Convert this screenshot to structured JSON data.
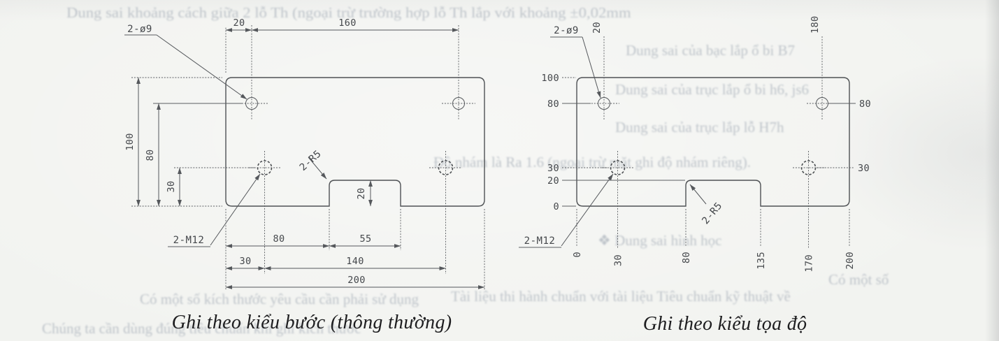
{
  "page": {
    "bg_color": "#f2f3f0",
    "ink_color": "#55585c",
    "cad_text_color": "#44474b",
    "caption_color": "#1d1d1f",
    "ghost_color": "#b2b9c1"
  },
  "part": {
    "width_mm": 200,
    "height_mm": 100,
    "small_holes": {
      "label": "2-ø9",
      "positions": [
        [
          20,
          80
        ],
        [
          180,
          80
        ]
      ]
    },
    "threaded_holes": {
      "label": "2-M12",
      "positions": [
        [
          30,
          30
        ],
        [
          170,
          30
        ]
      ]
    },
    "notch": {
      "from_mm": 80,
      "to_mm": 135,
      "depth_mm": 20,
      "fillet_label": "2-R5"
    }
  },
  "left_drawing": {
    "caption": "Ghi theo kiểu bước (thông thường)",
    "label_holes": "2-ø9",
    "label_threads": "2-M12",
    "label_fillet": "2-R5",
    "dim_top_20": "20",
    "dim_top_160": "160",
    "dim_left_100": "100",
    "dim_left_80": "80",
    "dim_left_30": "30",
    "dim_notch_20": "20",
    "dim_bot_80": "80",
    "dim_bot_55": "55",
    "dim_bot_30": "30",
    "dim_bot_140": "140",
    "dim_bot_200": "200"
  },
  "right_drawing": {
    "caption": "Ghi theo kiểu tọa độ",
    "label_holes": "2-ø9",
    "label_threads": "2-M12",
    "label_fillet": "2-R5",
    "ord_left": [
      "100",
      "80",
      "30",
      "20",
      "0"
    ],
    "ord_bottom": [
      "0",
      "30",
      "80",
      "135",
      "170",
      "200"
    ],
    "ord_top": [
      "20",
      "180"
    ],
    "ord_right": [
      "80",
      "30"
    ]
  },
  "ghost_text": {
    "lines": [
      "Dung sai khoảng cách giữa 2 lỗ Th (ngoại trừ trường hợp lỗ Th lắp với khoảng ±0,02mm",
      "Dung sai của bạc lắp ổ bi B7",
      "Dung sai của trục lắp ổ bi h6, js6",
      "Dung sai của trục lắp lỗ H7h",
      "Độ nhám là Ra 1.6 (ngoại trừ mặt ghi độ nhám riêng).",
      "❖ Dung sai hình học",
      "Có một số kích thước yêu cầu cần phải sử dụng",
      "Tài liệu thi hành chuẩn với tài liệu Tiêu chuẩn kỹ thuật về",
      "Chúng ta cần dùng đúng tiêu chuẩn khi ghi kích thước",
      "Có một số"
    ]
  }
}
